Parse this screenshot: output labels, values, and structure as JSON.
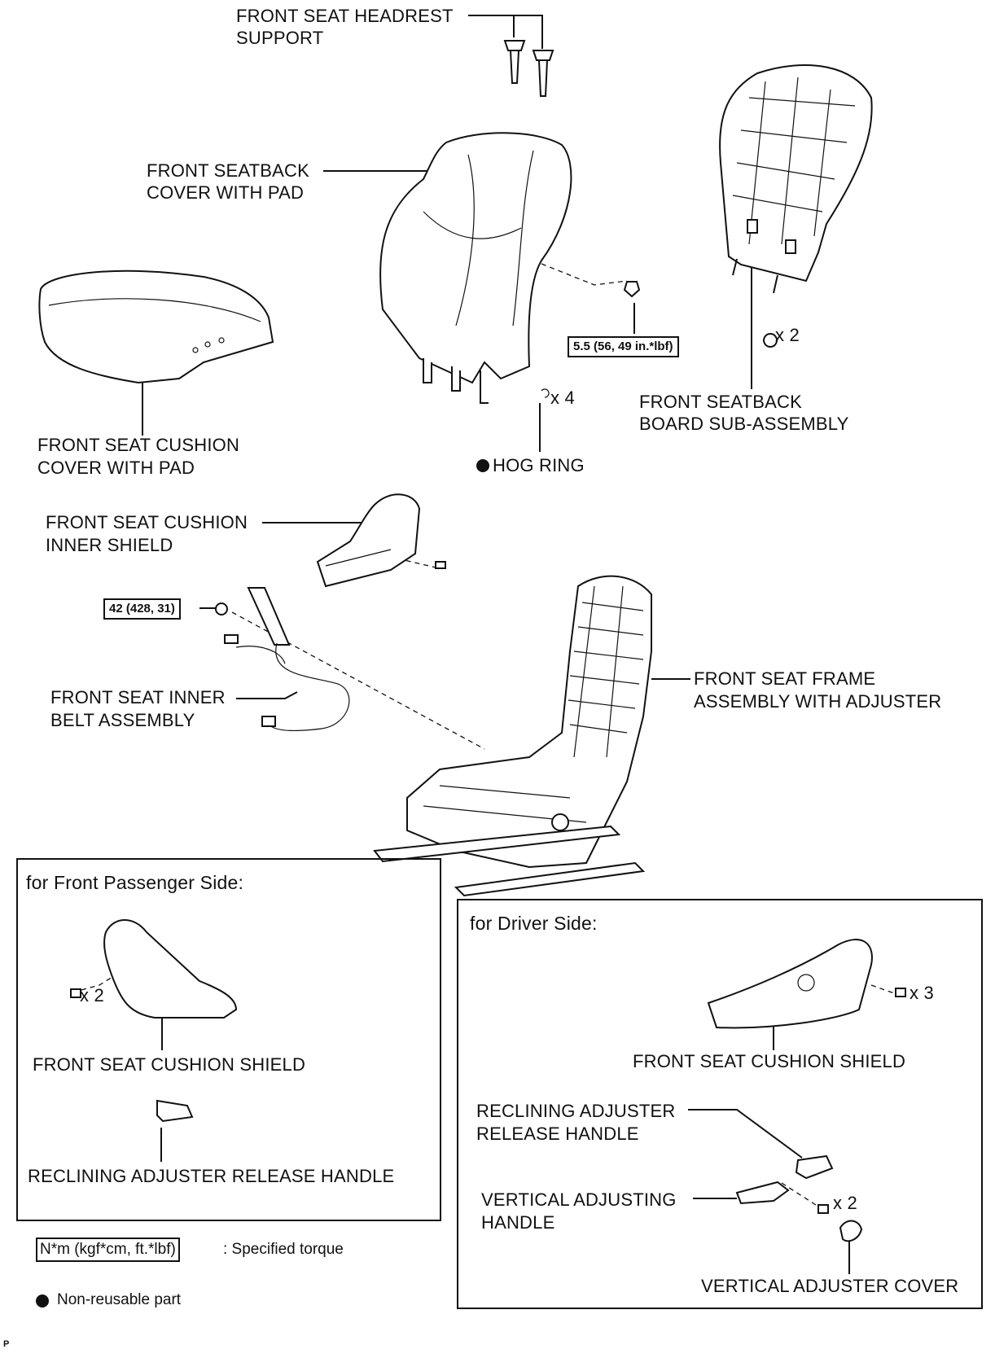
{
  "labels": {
    "headrest_support": [
      "FRONT SEAT HEADREST",
      "SUPPORT"
    ],
    "seatback_cover": [
      "FRONT SEATBACK",
      "COVER WITH PAD"
    ],
    "seatback_board": [
      "FRONT SEATBACK",
      "BOARD SUB-ASSEMBLY"
    ],
    "cushion_cover": [
      "FRONT SEAT CUSHION",
      "COVER WITH PAD"
    ],
    "hog_ring": "HOG RING",
    "cushion_inner_shield": [
      "FRONT SEAT CUSHION",
      "INNER SHIELD"
    ],
    "inner_belt": [
      "FRONT SEAT INNER",
      "BELT ASSEMBLY"
    ],
    "frame_assembly": [
      "FRONT SEAT FRAME",
      "ASSEMBLY WITH ADJUSTER"
    ]
  },
  "quantities": {
    "board_clip": "x 2",
    "hog_ring": "x 4",
    "passenger_screw": "x 2",
    "driver_screw": "x 3",
    "driver_handle_screw": "x 2"
  },
  "torque": {
    "seatback_nut": "5.5 (56, 49 in.*lbf)",
    "belt_bolt": "42 (428, 31)"
  },
  "passenger_panel": {
    "title": "for Front Passenger Side:",
    "cushion_shield": "FRONT SEAT CUSHION SHIELD",
    "release_handle": "RECLINING ADJUSTER RELEASE HANDLE"
  },
  "driver_panel": {
    "title": "for Driver Side:",
    "cushion_shield": "FRONT SEAT CUSHION SHIELD",
    "reclining_handle": [
      "RECLINING ADJUSTER",
      "RELEASE HANDLE"
    ],
    "vertical_handle": [
      "VERTICAL ADJUSTING",
      "HANDLE"
    ],
    "vertical_cover": "VERTICAL ADJUSTER COVER"
  },
  "legend": {
    "torque_unit": "N*m (kgf*cm, ft.*lbf)",
    "torque_desc": ": Specified torque",
    "non_reusable": "Non-reusable part"
  },
  "corner_mark": "P"
}
